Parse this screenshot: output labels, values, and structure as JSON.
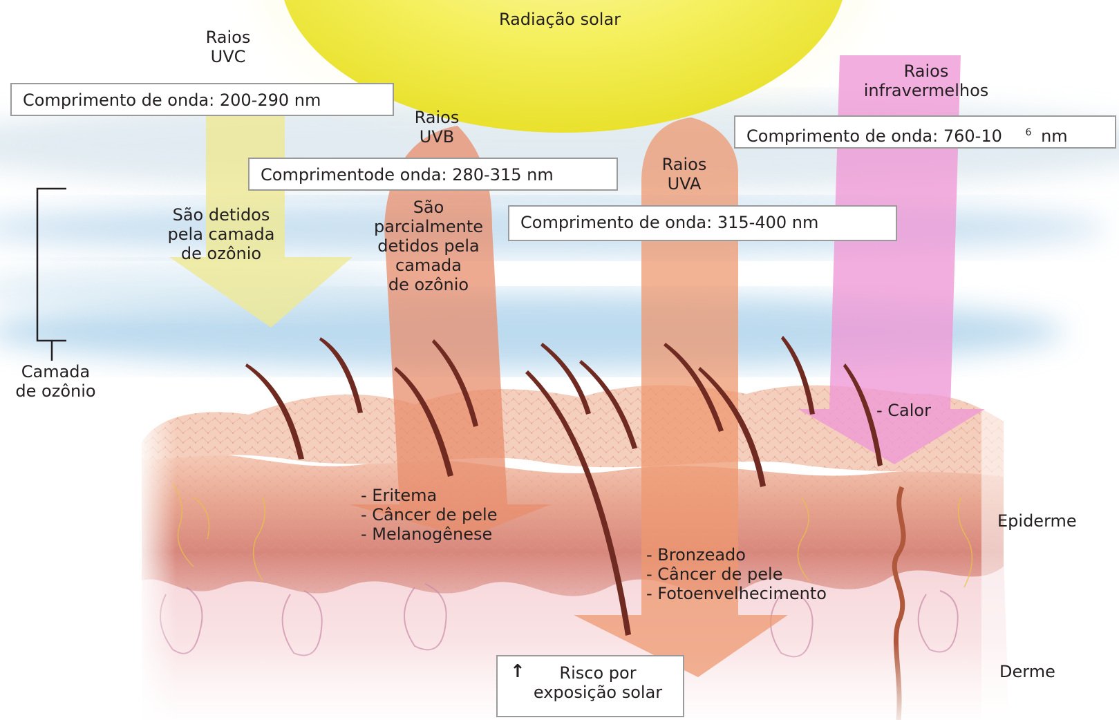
{
  "title": "Radiação solar",
  "rays": {
    "uvc": {
      "name": "Raios\nUVC",
      "wavelength": "Comprimento de onda: 200-290 nm",
      "effect": "São detidos\npela camada\nde ozônio"
    },
    "uvb": {
      "name": "Raios\nUVB",
      "wavelength": "Comprimentode onda: 280-315 nm",
      "effect": "São\nparcialmente\ndetidos pela\ncamada\nde ozônio",
      "skin_effects": [
        "- Eritema",
        "- Câncer de pele",
        "- Melanogênese"
      ]
    },
    "uva": {
      "name": "Raios\nUVA",
      "wavelength": "Comprimento de onda: 315-400 nm",
      "skin_effects": [
        "- Bronzeado",
        "- Câncer de pele",
        "- Fotoenvelhecimento"
      ]
    },
    "ir": {
      "name": "Raios\ninfravermelhos",
      "wavelength": "Comprimento de onda: 760-10",
      "wavelength_exp": "6",
      "wavelength_unit": "nm",
      "skin_effects": [
        "- Calor"
      ]
    }
  },
  "ozone_label": "Camada\nde ozônio",
  "layers": {
    "epidermis": "Epiderme",
    "dermis": "Derme"
  },
  "risk": {
    "arrow": "↑",
    "text": "Risco por\nexposição solar"
  },
  "colors": {
    "sun": "#f3ee4a",
    "sky": "#bfdcef",
    "uvc_arrow": "#efe99a",
    "uvb_arrow": "#eb9b7a",
    "uva_arrow": "#ee9e76",
    "ir_arrow": "#ee9fd6",
    "skin_surface": "#f2c6b5",
    "epidermis": "#dc9386",
    "dermis": "#f7dde0",
    "hair": "#6f2a22"
  }
}
